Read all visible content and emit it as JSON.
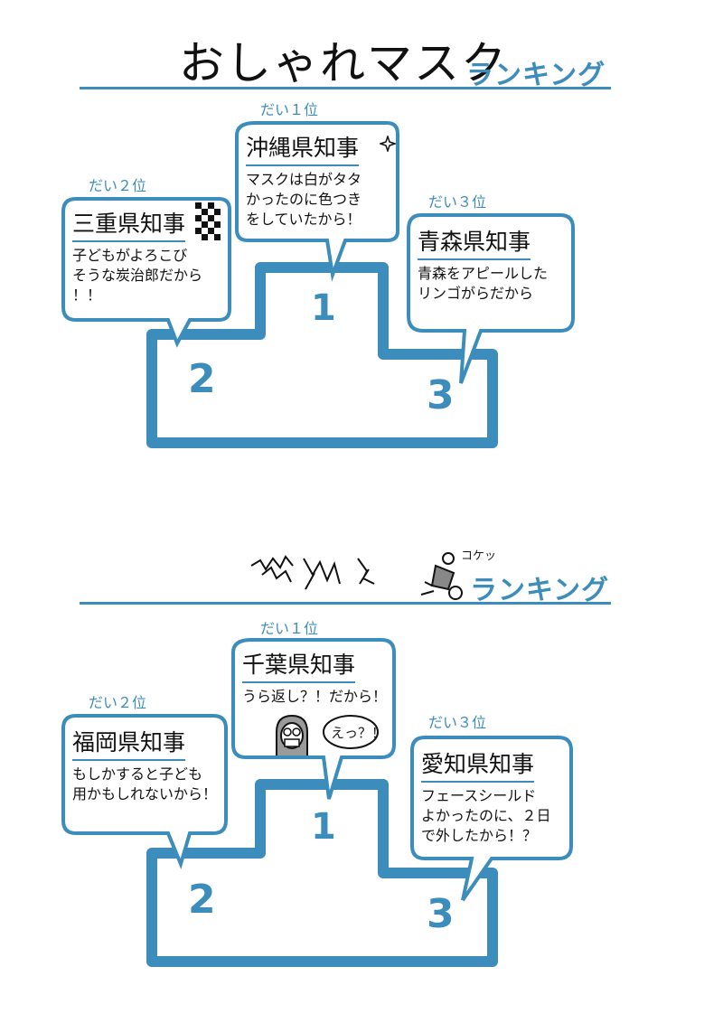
{
  "section1": {
    "title": "おしゃれマスク",
    "ranking_word": "ランキング",
    "first": {
      "place": "だい１位",
      "name": "沖縄県知事",
      "reason_lines": [
        "マスクは白がタタ",
        "かったのに色つき",
        "をしていたから！"
      ]
    },
    "second": {
      "place": "だい２位",
      "name": "三重県知事",
      "reason_lines": [
        "子どもがよろこび",
        "そうな炭治郎だから",
        "！！"
      ]
    },
    "third": {
      "place": "だい３位",
      "name": "青森県知事",
      "reason_lines": [
        "青森をアピールした",
        "リンゴがらだから"
      ]
    },
    "podium_numbers": [
      "1",
      "2",
      "3"
    ]
  },
  "section2": {
    "ranking_word": "ランキング",
    "fall_sound": "コケッ",
    "first": {
      "place": "だい１位",
      "name": "千葉県知事",
      "reason_lines": [
        "うら返し？！だから！"
      ],
      "speech": "えっ？！"
    },
    "second": {
      "place": "だい２位",
      "name": "福岡県知事",
      "reason_lines": [
        "もしかすると子ども",
        "用かもしれないから！"
      ]
    },
    "third": {
      "place": "だい３位",
      "name": "愛知県知事",
      "reason_lines": [
        "フェースシールド",
        "よかったのに、２日",
        "で外したから！？"
      ]
    },
    "podium_numbers": [
      "1",
      "2",
      "3"
    ]
  },
  "colors": {
    "accent": "#3d8dbc",
    "ink": "#111111"
  }
}
